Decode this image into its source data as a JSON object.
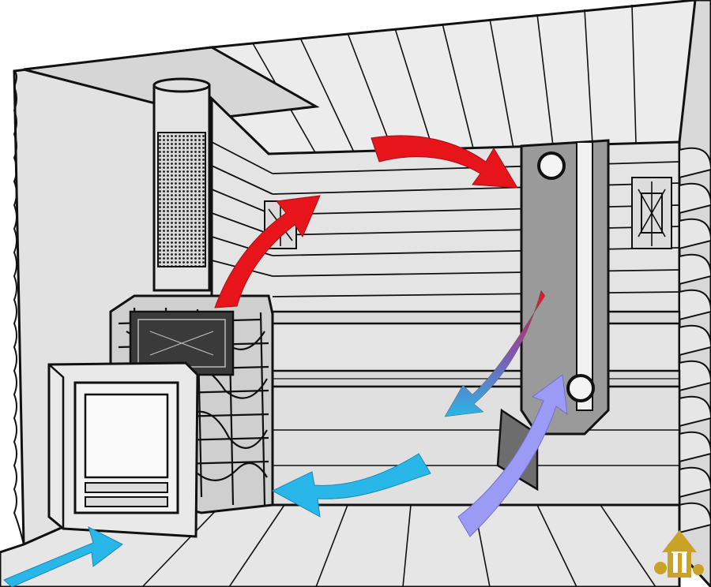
{
  "colors": {
    "background": "#ffffff",
    "room_wall": "#e2e2e2",
    "room_wall_dark": "#d2d2d2",
    "ceiling": "#ececec",
    "floor": "#e6e6e6",
    "outline": "#111111",
    "stove_dark": "#2a2a2a",
    "stone": "#cfcfcf",
    "door_frame": "#e9e9e9",
    "chimney": "#e4e4e4",
    "heater_panel": "#9a9a9a",
    "heater_panel_dark": "#6d6d6d",
    "hot_air": "#e8141c",
    "cool_air": "#29b6e8",
    "return_air": "#9b9bf5",
    "logo_gold": "#c9a227"
  },
  "diagram": {
    "elements": [
      {
        "id": "stove",
        "icon": "sauna-stove-icon"
      },
      {
        "id": "chimney",
        "icon": "chimney-mesh-icon"
      },
      {
        "id": "radiator",
        "icon": "wall-radiator-icon"
      },
      {
        "id": "wall-lamp-left",
        "icon": "wall-lamp-icon"
      },
      {
        "id": "wall-lamp-right",
        "icon": "wall-lamp-icon"
      },
      {
        "id": "bench",
        "icon": "bench-icon"
      }
    ],
    "airflow": [
      {
        "id": "inflow-under-stove",
        "kind": "cool"
      },
      {
        "id": "rise-from-stove",
        "kind": "hot"
      },
      {
        "id": "across-ceiling",
        "kind": "hot"
      },
      {
        "id": "descend-radiator",
        "kind": "hot-to-cool"
      },
      {
        "id": "along-floor",
        "kind": "cool"
      },
      {
        "id": "return-up-radiator",
        "kind": "return"
      }
    ],
    "logo": {
      "icon": "bathhouse-logo-icon"
    }
  }
}
